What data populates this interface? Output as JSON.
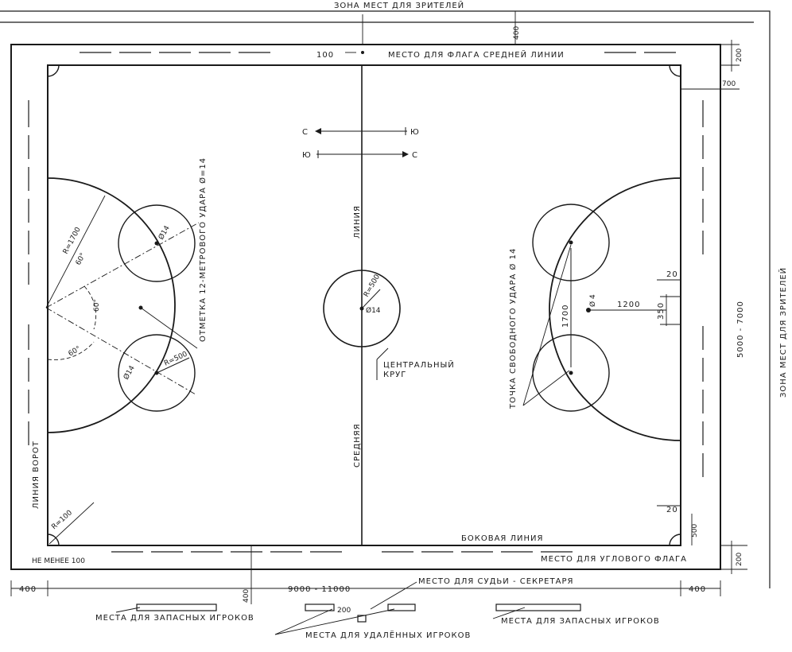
{
  "labels": {
    "spectator_zone_top": "ЗОНА МЕСТ ДЛЯ ЗРИТЕЛЕЙ",
    "spectator_zone_right": "ЗОНА МЕСТ ДЛЯ ЗРИТЕЛЕЙ",
    "midline_flag": "МЕСТО ДЛЯ ФЛАГА СРЕДНЕЙ ЛИНИИ",
    "dim_100_top": "100",
    "dim_400_top": "400",
    "dim_200_top": "200",
    "dim_700": "700",
    "penalty_mark": "ОТМЕТКА 12-МЕТРОВОГО УДАРА Ø=14",
    "free_kick_point": "ТОЧКА СВОБОДНОГО УДАРА Ø 14",
    "middle_line_1": "ЛИНИЯ",
    "middle_line_2": "СРЕДНЯЯ",
    "center_circle_1": "ЦЕНТРАЛЬНЫЙ",
    "center_circle_2": "КРУГ",
    "r500_center": "R=500",
    "d14_center": "Ø14",
    "r1700": "R=1700",
    "ang_60_1": "60°",
    "ang_60_2": "60°",
    "ang_60_3": "60°",
    "d14_left_top": "Ø14",
    "d14_left_bot": "Ø14",
    "r500_left": "R=500",
    "r100": "R=100",
    "goal_line": "ЛИНИЯ ВОРОТ",
    "side_line": "БОКОВАЯ ЛИНИЯ",
    "corner_flag": "МЕСТО ДЛЯ УГЛОВОГО ФЛАГА",
    "not_less_100": "НЕ МЕНЕЕ 100",
    "dim_400_left": "400",
    "dim_400_right": "400",
    "dim_400_bottom": "400",
    "width_range": "9000 - 11000",
    "length_range": "5000 - 7000",
    "dim_200_right_bot": "200",
    "dim_500": "500",
    "dim_20_top": "20",
    "dim_20_bot": "20",
    "dim_350": "350",
    "dim_1200": "1200",
    "dim_1700": "1700",
    "d4": "Ø 4",
    "secretary": "МЕСТО ДЛЯ СУДЬИ - СЕКРЕТАРЯ",
    "subs_left": "МЕСТА ДЛЯ ЗАПАСНЫХ ИГРОКОВ",
    "subs_right": "МЕСТА ДЛЯ ЗАПАСНЫХ ИГРОКОВ",
    "removed_players": "МЕСТА ДЛЯ УДАЛЁННЫХ ИГРОКОВ",
    "dim_200_bottom": "200",
    "arrow_s1": "С",
    "arrow_yu1": "Ю",
    "arrow_yu2": "Ю",
    "arrow_s2": "С"
  }
}
